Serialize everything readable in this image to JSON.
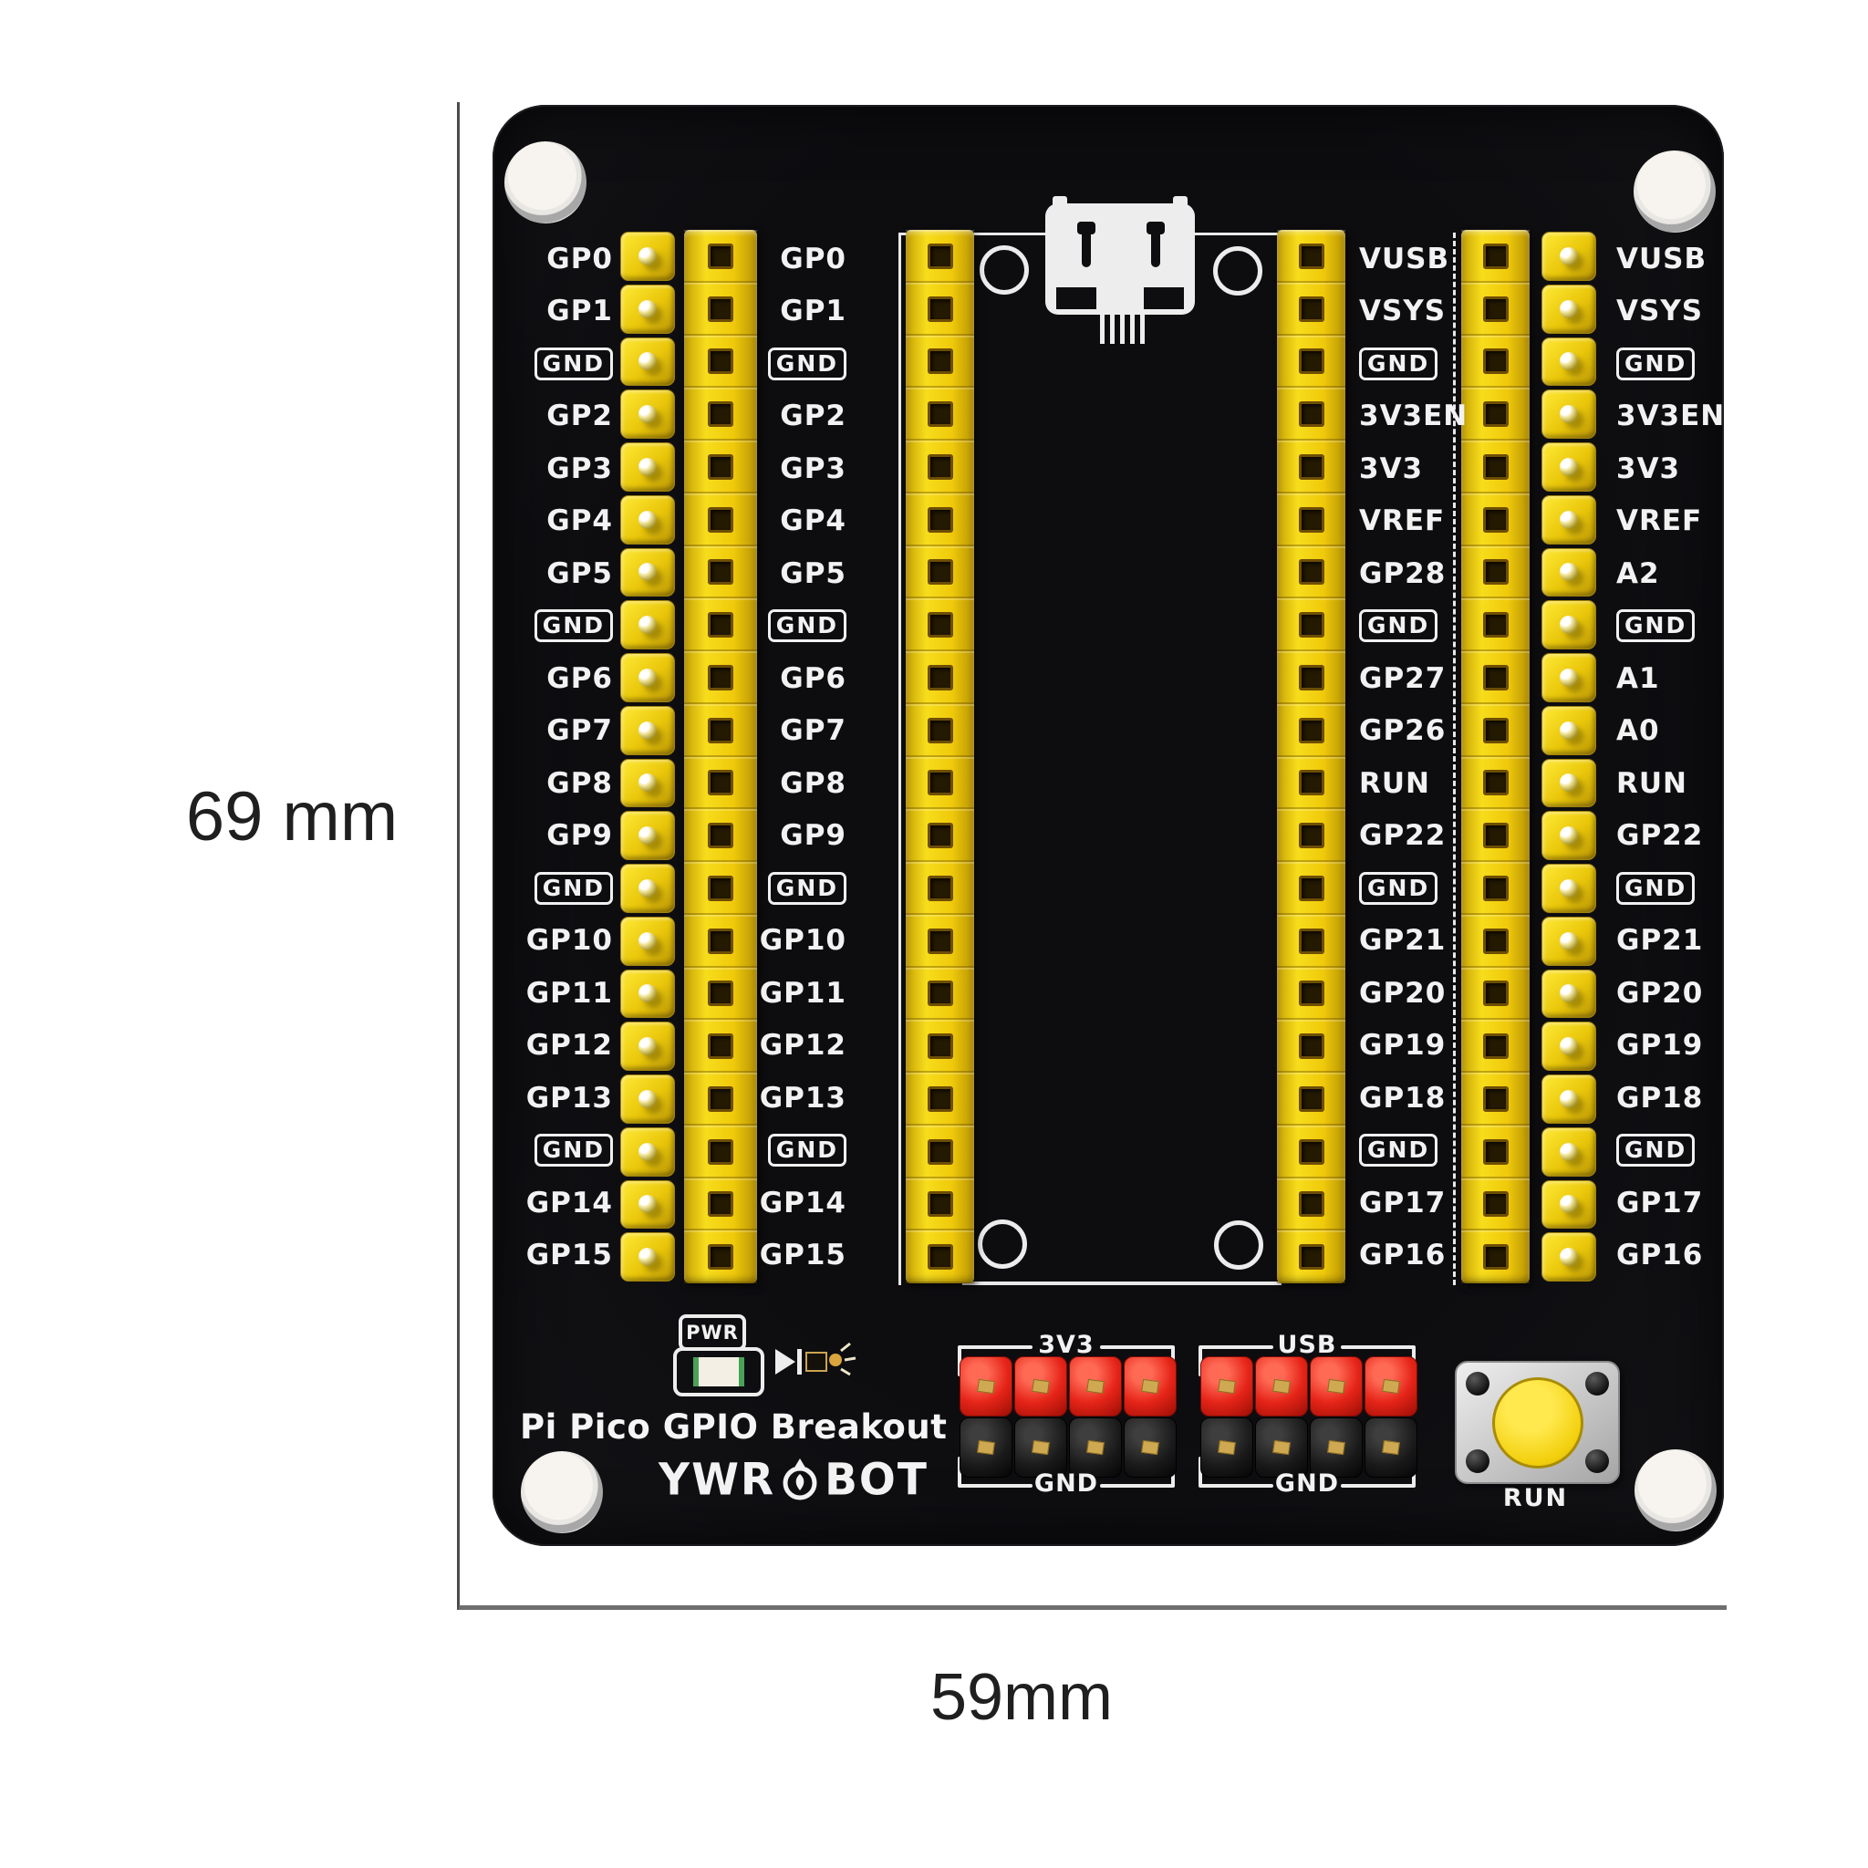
{
  "annotations": {
    "height_label": "69 mm",
    "width_label": "59mm"
  },
  "board": {
    "title": "Pi Pico GPIO Breakout",
    "brand": {
      "prefix": "YWR",
      "suffix": "BOT",
      "emblem": "ywrobot-circle-emblem"
    },
    "indicators": {
      "pwr_label": "PWR",
      "led_icon": "led-light-icon"
    },
    "usb_connector": "micro-usb-footprint",
    "run_button": {
      "label": "RUN"
    },
    "jumper_groups": [
      {
        "top_label": "3V3",
        "bottom_label": "GND",
        "positions": 4,
        "top_cap_color": "#e52418",
        "bottom_cap_color": "#191919"
      },
      {
        "top_label": "USB",
        "bottom_label": "GND",
        "positions": 4,
        "top_cap_color": "#e52418",
        "bottom_cap_color": "#191919"
      }
    ],
    "pin_columns": {
      "left_outer": [
        "GP0",
        "GP1",
        "GND",
        "GP2",
        "GP3",
        "GP4",
        "GP5",
        "GND",
        "GP6",
        "GP7",
        "GP8",
        "GP9",
        "GND",
        "GP10",
        "GP11",
        "GP12",
        "GP13",
        "GND",
        "GP14",
        "GP15"
      ],
      "left_inner": [
        "GP0",
        "GP1",
        "GND",
        "GP2",
        "GP3",
        "GP4",
        "GP5",
        "GND",
        "GP6",
        "GP7",
        "GP8",
        "GP9",
        "GND",
        "GP10",
        "GP11",
        "GP12",
        "GP13",
        "GND",
        "GP14",
        "GP15"
      ],
      "right_inner": [
        "VUSB",
        "VSYS",
        "GND",
        "3V3EN",
        "3V3",
        "VREF",
        "GP28",
        "GND",
        "GP27",
        "GP26",
        "RUN",
        "GP22",
        "GND",
        "GP21",
        "GP20",
        "GP19",
        "GP18",
        "GND",
        "GP17",
        "GP16"
      ],
      "right_outer": [
        "VUSB",
        "VSYS",
        "GND",
        "3V3EN",
        "3V3",
        "VREF",
        "A2",
        "GND",
        "A1",
        "A0",
        "RUN",
        "GP22",
        "GND",
        "GP21",
        "GP20",
        "GP19",
        "GP18",
        "GND",
        "GP17",
        "GP16"
      ]
    },
    "colors": {
      "board": "#0d0d10",
      "header_yellow": "#efc90a",
      "silkscreen": "#f2f2f2",
      "jumper_red": "#e52418",
      "jumper_black": "#191919",
      "button_yellow": "#f2cf0c"
    }
  }
}
